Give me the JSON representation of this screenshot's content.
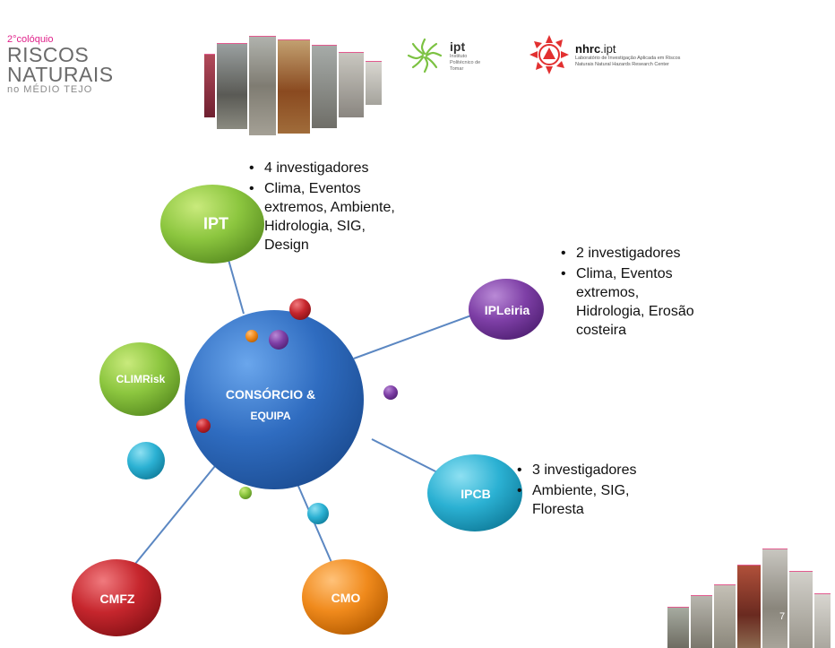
{
  "header": {
    "event_logo": {
      "kicker": "2°colóquio",
      "title": "RISCOS NATURAIS",
      "subtitle": "no MÉDIO TEJO"
    },
    "ipt_logo": {
      "name": "ipt",
      "subtitle": "Instituto Politécnico de Tomar"
    },
    "nhrc_logo": {
      "name_bold": "nhrc",
      "name_rest": ".ipt",
      "subtitle": "Laboratório de Investigação Aplicada em Riscos Naturais Natural Hazards Research Center"
    }
  },
  "diagram": {
    "hub": {
      "line1": "CONSÓRCIO &",
      "line2": "EQUIPA",
      "color": "#2f6cc0"
    },
    "nodes": [
      {
        "id": "ipt",
        "label": "IPT",
        "color": "#8cc63f"
      },
      {
        "id": "ipleiria",
        "label": "IPLeiria",
        "color": "#7e3fa6"
      },
      {
        "id": "ipcb",
        "label": "IPCB",
        "color": "#2bb1d3"
      },
      {
        "id": "cmo",
        "label": "CMO",
        "color": "#f08a1c"
      },
      {
        "id": "cmfz",
        "label": "CMFZ",
        "color": "#c6262d"
      },
      {
        "id": "climrisk",
        "label": "CLIMRisk",
        "color": "#8cc63f"
      }
    ],
    "details": {
      "ipt": [
        "4 investigadores",
        "Clima, Eventos extremos, Ambiente, Hidrologia, SIG, Design"
      ],
      "ipleiria": [
        "2 investigadores",
        "Clima, Eventos extremos, Hidrologia, Erosão costeira"
      ],
      "ipcb": [
        "3 investigadores",
        "Ambiente, SIG, Floresta"
      ]
    },
    "connector_color": "#5b87c2"
  },
  "footer": {
    "page_number": "7"
  }
}
